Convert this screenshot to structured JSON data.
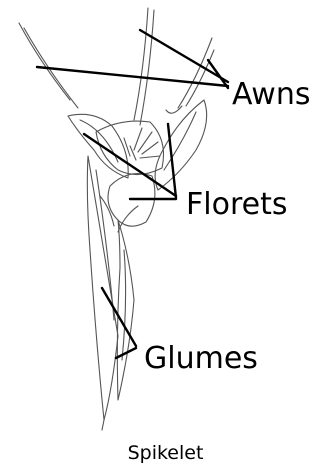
{
  "labels": {
    "awns": "Awns",
    "florets": "Florets",
    "glumes": "Glumes"
  },
  "caption": "Spikelet",
  "colors": {
    "drawing": "#555555",
    "leader": "#000000",
    "background": "#ffffff"
  }
}
